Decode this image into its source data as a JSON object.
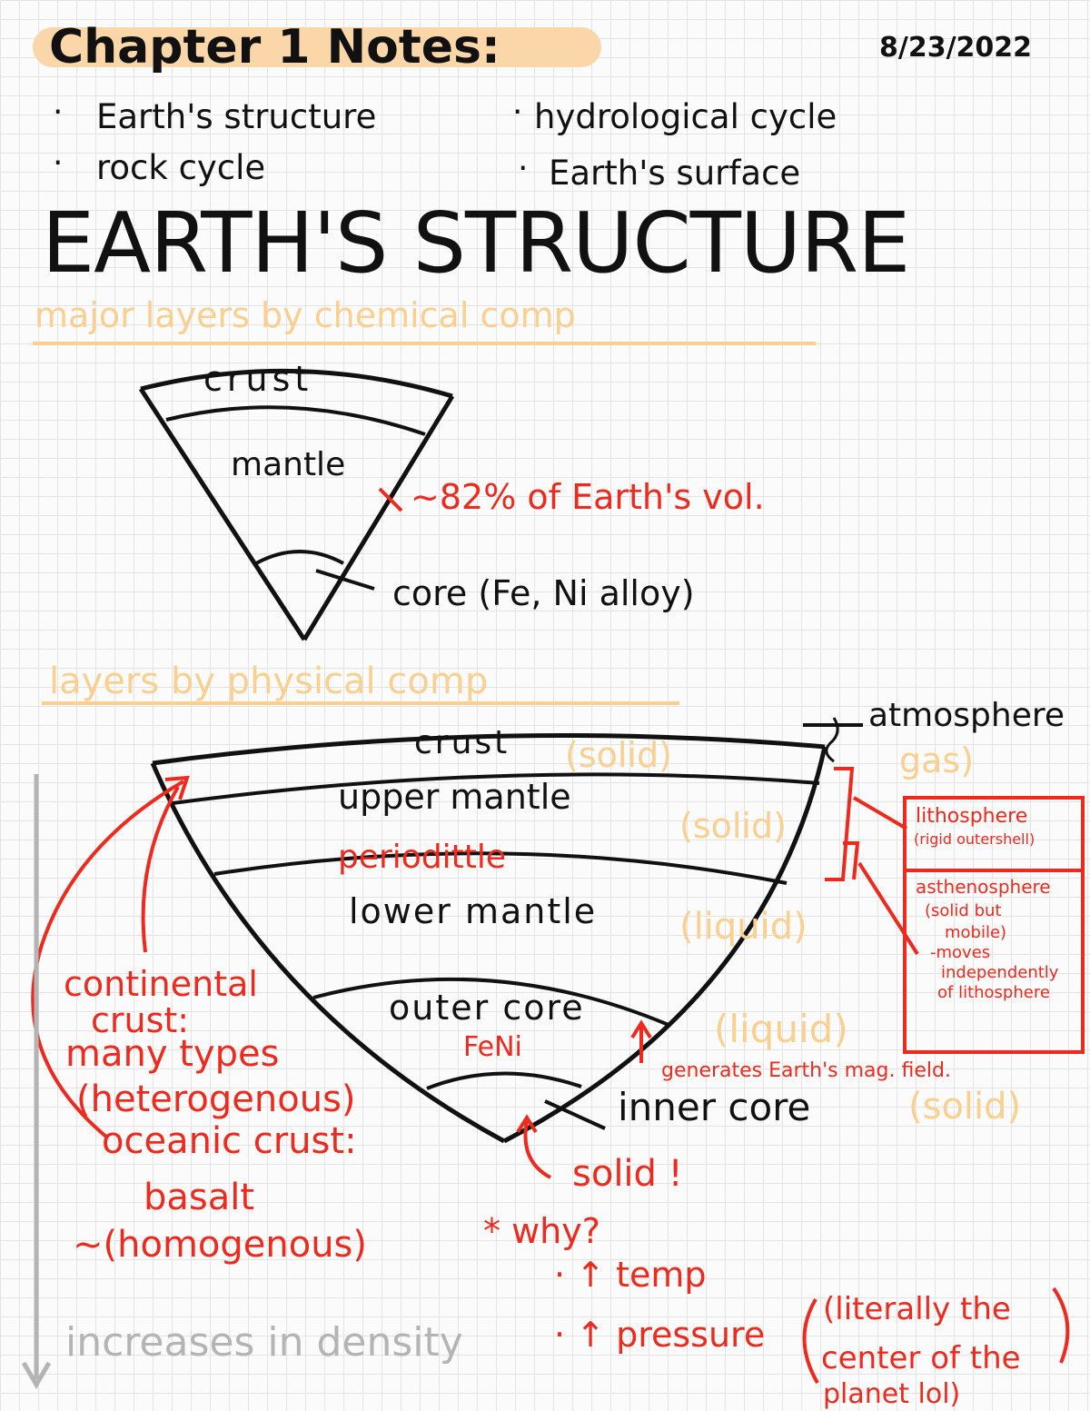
{
  "header": {
    "title": "Chapter 1 Notes:",
    "date": "8/23/2022"
  },
  "topics": [
    "Earth's structure",
    "rock cycle",
    "hydrological cycle",
    "Earth's surface"
  ],
  "main_heading": "EARTH'S STRUCTURE",
  "chemical_section": {
    "heading": "major layers by chemical comp",
    "crust": "crust",
    "mantle": "mantle",
    "mantle_note": "~82% of Earth's vol.",
    "core_note": "core (Fe, Ni alloy)"
  },
  "physical_section": {
    "heading": "layers by physical comp",
    "crust": "crust",
    "crust_state": "(solid)",
    "upper_mantle": "upper mantle",
    "upper_mantle_state": "(solid)",
    "periodite": "periodittle",
    "lower_mantle": "lower mantle",
    "lower_mantle_state": "(liquid)",
    "outer_core": "outer core",
    "outer_core_state": "(liquid)",
    "outer_core_comp": "FeNi",
    "outer_core_note": "generates Earth's mag. field.",
    "inner_core": "inner core",
    "inner_core_state": "(solid)",
    "atmosphere": "atmosphere",
    "atmosphere_state": "gas)",
    "lithosphere": "lithosphere",
    "lithosphere_desc": "(rigid outershell)",
    "asthenosphere": "asthenosphere",
    "asthenosphere_desc_1": "(solid but",
    "asthenosphere_desc_2": "mobile)",
    "asthenosphere_desc_3": "-moves",
    "asthenosphere_desc_4": "independently",
    "asthenosphere_desc_5": "of lithosphere"
  },
  "crust_notes": [
    "continental",
    "crust:",
    "many types",
    "(heterogenous)",
    "oceanic crust:",
    "basalt",
    "~(homogenous)"
  ],
  "inner_core_notes": {
    "solid": "solid !",
    "why": "* why?",
    "temp": "· ↑ temp",
    "pressure": "· ↑ pressure",
    "aside_1": "(literally the",
    "aside_2": "center of the",
    "aside_3": "planet lol)"
  },
  "density_note": "increases in density",
  "colors": {
    "ink": "#111111",
    "red": "#ee2a1e",
    "peach": "#fbcf8f",
    "highlight": "#fbd6a8",
    "gray": "#b4b4b4",
    "grid": "#e3e3e3"
  }
}
